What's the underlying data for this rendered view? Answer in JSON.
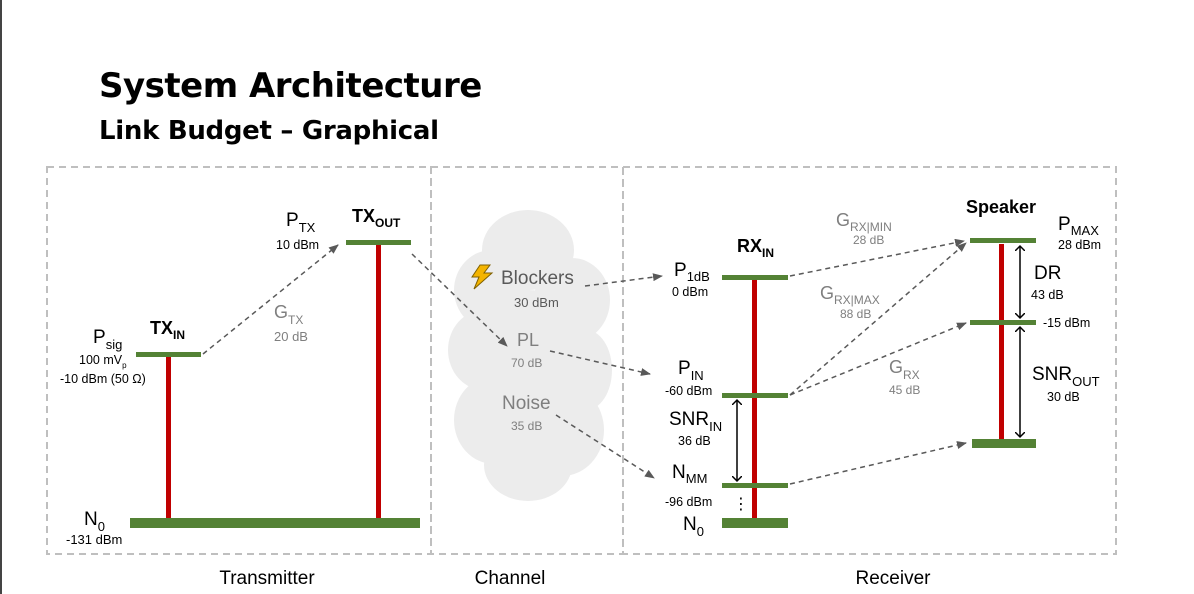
{
  "title": "System Architecture",
  "subtitle": "Link Budget – Graphical",
  "colors": {
    "level": "#548235",
    "bar": "#c00000",
    "arrow": "#595959",
    "gray_text": "#7f7f7f",
    "panel_border": "#bfbfbf",
    "cloud": "#ececec",
    "lightning": "#f4b400"
  },
  "icons": {
    "blockers_icon": "lightning-bolt-icon"
  },
  "sections": {
    "transmitter": "Transmitter",
    "channel": "Channel",
    "receiver": "Receiver"
  },
  "tx": {
    "n0_main": "N",
    "n0_sub": "0",
    "n0_value": "-131 dBm",
    "psig_main": "P",
    "psig_sub": "sig",
    "psig_v1": "100 mV",
    "psig_v1_sub": "p",
    "psig_v2": "-10 dBm (50 Ω)",
    "txin_main": "TX",
    "txin_sub": "IN",
    "gtx_main": "G",
    "gtx_sub": "TX",
    "gtx_value": "20 dB",
    "ptx_main": "P",
    "ptx_sub": "TX",
    "ptx_value": "10 dBm",
    "txout_main": "TX",
    "txout_sub": "OUT"
  },
  "channel": {
    "blockers_label": "Blockers",
    "blockers_value": "30 dBm",
    "pl_label": "PL",
    "pl_value": "70 dB",
    "noise_label": "Noise",
    "noise_value": "35 dB"
  },
  "rx": {
    "rxin_main": "RX",
    "rxin_sub": "IN",
    "p1db_main": "P",
    "p1db_sub": "1dB",
    "p1db_value": "0 dBm",
    "pin_main": "P",
    "pin_sub": "IN",
    "pin_value": "-60 dBm",
    "snrin_main": "SNR",
    "snrin_sub": "IN",
    "snrin_value": "36 dB",
    "nmm_main": "N",
    "nmm_sub": "MM",
    "nmm_value": "-96 dBm",
    "n0_main": "N",
    "n0_sub": "0",
    "dots": "⋮",
    "grxmin_main": "G",
    "grxmin_sub": "RX|MIN",
    "grxmin_value": "28 dB",
    "grxmax_main": "G",
    "grxmax_sub": "RX|MAX",
    "grxmax_value": "88 dB",
    "grx_main": "G",
    "grx_sub": "RX",
    "grx_value": "45 dB",
    "speaker": "Speaker",
    "pmax_main": "P",
    "pmax_sub": "MAX",
    "pmax_value": "28 dBm",
    "dr_label": "DR",
    "dr_value": "43 dB",
    "mid_value": "-15 dBm",
    "snrout_main": "SNR",
    "snrout_sub": "OUT",
    "snrout_value": "30 dB"
  }
}
